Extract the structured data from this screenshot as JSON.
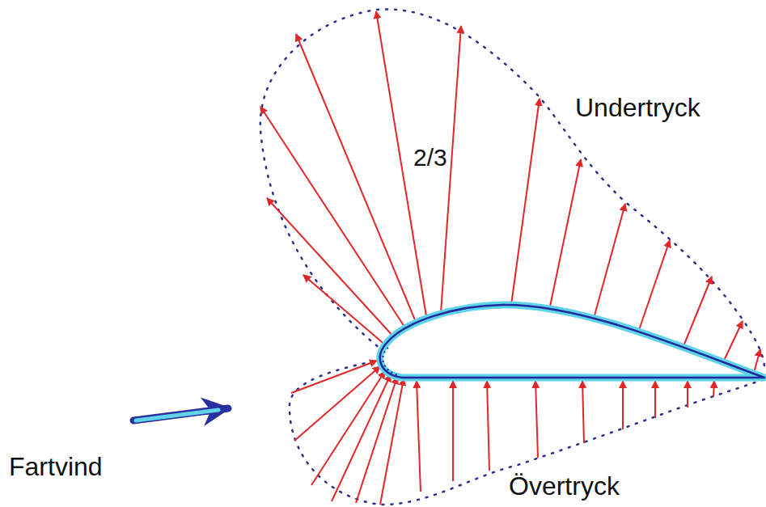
{
  "diagram": {
    "labels": [
      "Undertryck",
      "2/3",
      "Övertryck",
      "Fartvind"
    ]
  }
}
